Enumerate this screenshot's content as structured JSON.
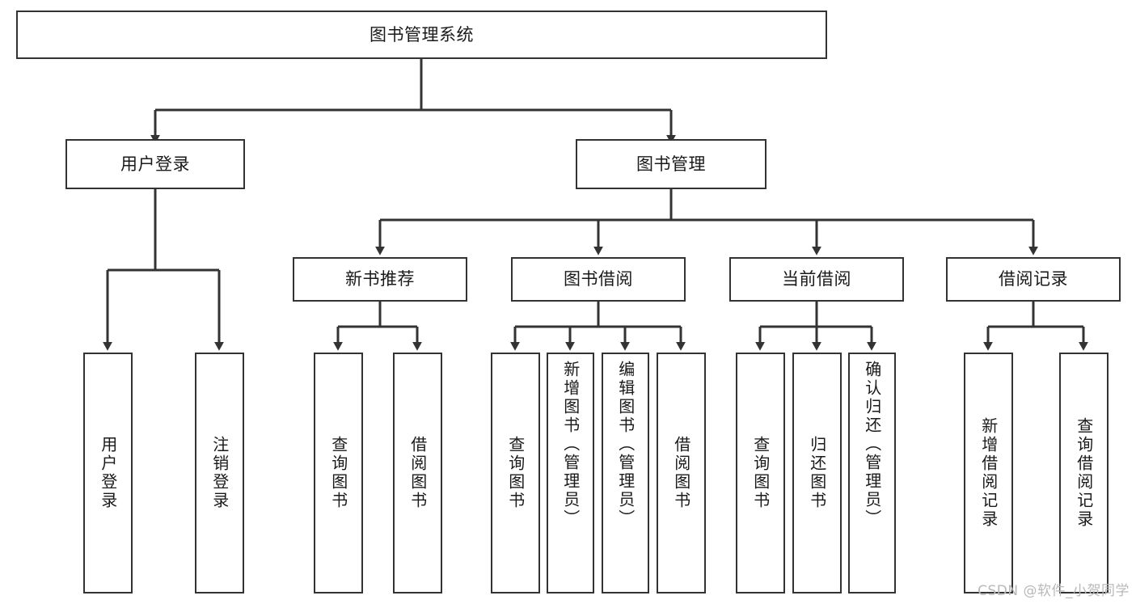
{
  "diagram": {
    "type": "tree",
    "title": "图书管理系统",
    "watermark": "CSDN @软件_小贺同学",
    "colors": {
      "box_border": "#333333",
      "box_fill": "#ffffff",
      "edge": "#333333",
      "text": "#1a1a1a",
      "watermark": "#b9b9b9",
      "background": "#ffffff"
    },
    "nodes": {
      "root": {
        "label": "图书管理系统",
        "level": 0,
        "orientation": "horizontal"
      },
      "user_login": {
        "label": "用户登录",
        "level": 1,
        "orientation": "horizontal"
      },
      "book_mgmt": {
        "label": "图书管理",
        "level": 1,
        "orientation": "horizontal"
      },
      "new_book_rec": {
        "label": "新书推荐",
        "level": 2,
        "orientation": "horizontal"
      },
      "book_borrow": {
        "label": "图书借阅",
        "level": 2,
        "orientation": "horizontal"
      },
      "current_borrow": {
        "label": "当前借阅",
        "level": 2,
        "orientation": "horizontal"
      },
      "borrow_record": {
        "label": "借阅记录",
        "level": 2,
        "orientation": "horizontal"
      },
      "leaf_user_login": {
        "label": "用户登录",
        "level": 3,
        "orientation": "vertical"
      },
      "leaf_logout": {
        "label": "注销登录",
        "level": 3,
        "orientation": "vertical"
      },
      "leaf_query_book_a": {
        "label": "查询图书",
        "level": 3,
        "orientation": "vertical"
      },
      "leaf_borrow_book_a": {
        "label": "借阅图书",
        "level": 3,
        "orientation": "vertical"
      },
      "leaf_query_book_b": {
        "label": "查询图书",
        "level": 3,
        "orientation": "vertical"
      },
      "leaf_add_book": {
        "label": "新增图书（管理员）",
        "level": 3,
        "orientation": "vertical"
      },
      "leaf_edit_book": {
        "label": "编辑图书（管理员）",
        "level": 3,
        "orientation": "vertical"
      },
      "leaf_borrow_book_b": {
        "label": "借阅图书",
        "level": 3,
        "orientation": "vertical"
      },
      "leaf_query_book_c": {
        "label": "查询图书",
        "level": 3,
        "orientation": "vertical"
      },
      "leaf_return_book": {
        "label": "归还图书",
        "level": 3,
        "orientation": "vertical"
      },
      "leaf_confirm_return": {
        "label": "确认归还（管理员）",
        "level": 3,
        "orientation": "vertical"
      },
      "leaf_add_record": {
        "label": "新增借阅记录",
        "level": 3,
        "orientation": "vertical"
      },
      "leaf_query_record": {
        "label": "查询借阅记录",
        "level": 3,
        "orientation": "vertical"
      }
    },
    "edges": [
      {
        "from": "root",
        "to": "user_login"
      },
      {
        "from": "root",
        "to": "book_mgmt"
      },
      {
        "from": "user_login",
        "to": "leaf_user_login"
      },
      {
        "from": "user_login",
        "to": "leaf_logout"
      },
      {
        "from": "book_mgmt",
        "to": "new_book_rec"
      },
      {
        "from": "book_mgmt",
        "to": "book_borrow"
      },
      {
        "from": "book_mgmt",
        "to": "current_borrow"
      },
      {
        "from": "book_mgmt",
        "to": "borrow_record"
      },
      {
        "from": "new_book_rec",
        "to": "leaf_query_book_a"
      },
      {
        "from": "new_book_rec",
        "to": "leaf_borrow_book_a"
      },
      {
        "from": "book_borrow",
        "to": "leaf_query_book_b"
      },
      {
        "from": "book_borrow",
        "to": "leaf_add_book"
      },
      {
        "from": "book_borrow",
        "to": "leaf_edit_book"
      },
      {
        "from": "book_borrow",
        "to": "leaf_borrow_book_b"
      },
      {
        "from": "current_borrow",
        "to": "leaf_query_book_c"
      },
      {
        "from": "current_borrow",
        "to": "leaf_return_book"
      },
      {
        "from": "current_borrow",
        "to": "leaf_confirm_return"
      },
      {
        "from": "borrow_record",
        "to": "leaf_add_record"
      },
      {
        "from": "borrow_record",
        "to": "leaf_query_record"
      }
    ]
  }
}
